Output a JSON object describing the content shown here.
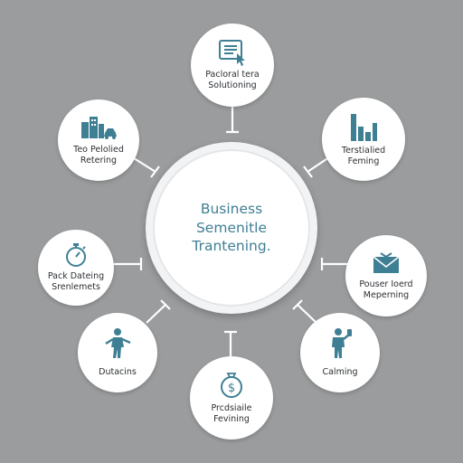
{
  "hub": {
    "label": "Business\nSemenitle\nTrantening."
  },
  "nodes": [
    {
      "id": "top",
      "label": "Pacloral tera\nSolutioning",
      "icon": "document-cursor-icon"
    },
    {
      "id": "top-left",
      "label": "Teo Pelolied\nRetering",
      "icon": "city-car-icon"
    },
    {
      "id": "top-right",
      "label": "Terstialied\nFeming",
      "icon": "bar-chart-icon"
    },
    {
      "id": "left",
      "label": "Pack Dateing\nSrenlemets",
      "icon": "stopwatch-icon"
    },
    {
      "id": "right",
      "label": "Pouser Ioerd\nMeperning",
      "icon": "envelope-icon"
    },
    {
      "id": "bottom-left",
      "label": "Dutacins",
      "icon": "person-presenting-icon"
    },
    {
      "id": "bottom-right",
      "label": "Calming",
      "icon": "person-phone-icon"
    },
    {
      "id": "bottom",
      "label": "Prcdsiaile\nFevining",
      "icon": "money-bag-icon"
    }
  ],
  "colors": {
    "background": "#9a9c9e",
    "accent": "#3f7f94",
    "node": "#ffffff",
    "connector": "#ffffff"
  }
}
